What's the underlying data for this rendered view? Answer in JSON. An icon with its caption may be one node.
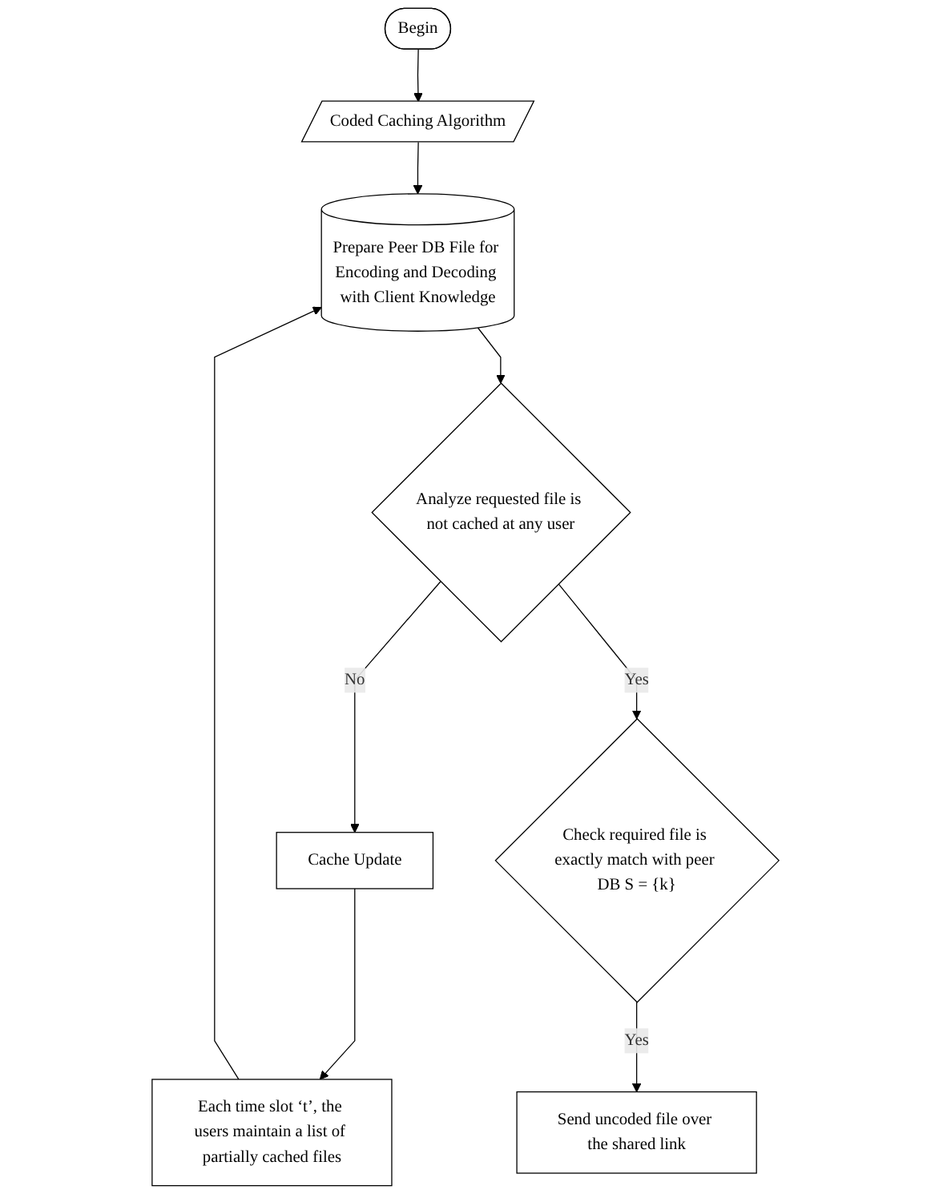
{
  "diagram": {
    "nodes": [
      {
        "text": [
          "Begin"
        ]
      },
      {
        "text": [
          "Coded Caching Algorithm"
        ]
      },
      {
        "text": [
          "Prepare Peer DB File for Encoding and Decoding with Client Knowledge"
        ]
      },
      {
        "text": [
          "Analyze requested file is not cached at any user"
        ]
      },
      {
        "text": [
          "Cache Update"
        ]
      },
      {
        "text": [
          "Each time slot ‘t’, the users maintain a list of partially cached files"
        ]
      },
      {
        "text": [
          "Check required file is exactly match with peer DB S = {k}"
        ]
      },
      {
        "text": [
          "Send uncoded file over the shared link"
        ]
      }
    ],
    "edges": [
      {
        "from": 0,
        "to": 1,
        "arrow": "to"
      },
      {
        "from": 1,
        "to": 2,
        "arrow": "to"
      },
      {
        "from": 2,
        "to": 3,
        "arrow": "to"
      },
      {
        "from": 3,
        "to": 4,
        "label": "No",
        "arrow": "to"
      },
      {
        "from": 3,
        "to": 6,
        "label": "Yes",
        "arrow": "to"
      },
      {
        "from": 4,
        "to": 5,
        "arrow": "to"
      },
      {
        "from": 5,
        "to": 2,
        "arrow": "to"
      },
      {
        "from": 6,
        "to": 7,
        "label": "Yes",
        "arrow": "to"
      }
    ]
  }
}
